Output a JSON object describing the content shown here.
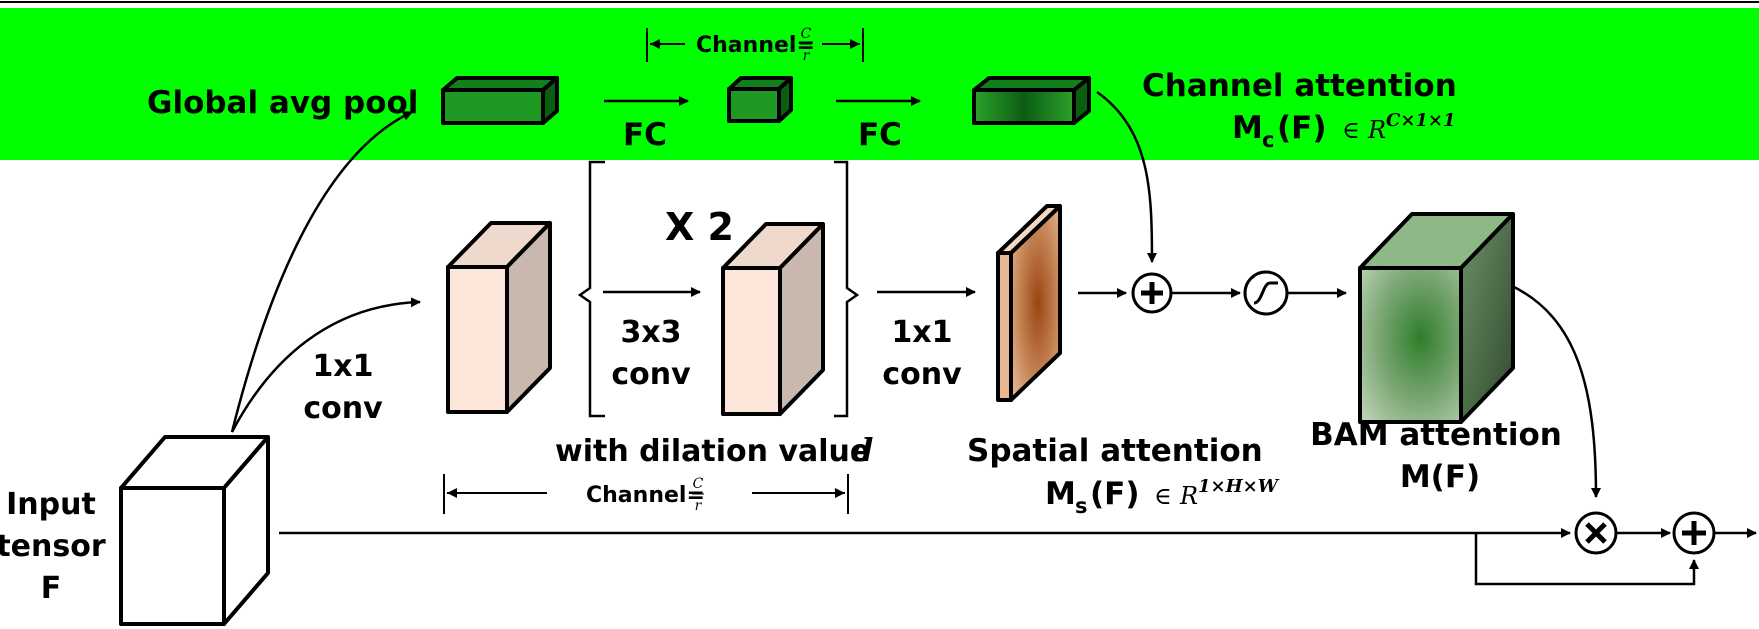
{
  "top_band": {
    "color": "#00ff00",
    "global_avg_pool": "Global avg pool",
    "channel_top": "Channel=",
    "fc_1": "FC",
    "fc_2": "FC",
    "channel_attention": "Channel attention",
    "mc_formula": "M",
    "mc_sub": "c",
    "mc_arg": "(F)",
    "mc_in": "∈",
    "mc_space": "R",
    "mc_dims": "C×1×1"
  },
  "spatial_branch": {
    "repeat": "X 2",
    "conv_1x1_a": [
      "1x1",
      "conv"
    ],
    "conv_3x3": [
      "3x3",
      "conv"
    ],
    "conv_1x1_b": [
      "1x1",
      "conv"
    ],
    "dilation": "with dilation value",
    "dilation_var": "d",
    "channel_bottom": "Channel=",
    "spatial_attention": "Spatial attention",
    "ms_formula": "M",
    "ms_sub": "s",
    "ms_arg": "(F)",
    "ms_in": "∈",
    "ms_space": "R",
    "ms_dims": "1×H×W"
  },
  "fraction": {
    "num": "C",
    "den": "r"
  },
  "input": {
    "lines": [
      "Input",
      "tensor",
      "F"
    ]
  },
  "bam": {
    "title": "BAM attention",
    "formula": "M(F)"
  },
  "ops": {
    "plus": "+",
    "times": "×",
    "sigmoid": "sigmoid-icon"
  },
  "colors": {
    "peach_front": "#fce6da",
    "peach_side": "#c9b8ad",
    "green_block": "#1f8f1f",
    "spatial_map": "#b0622c",
    "bam_green": "#3f8a3a"
  }
}
